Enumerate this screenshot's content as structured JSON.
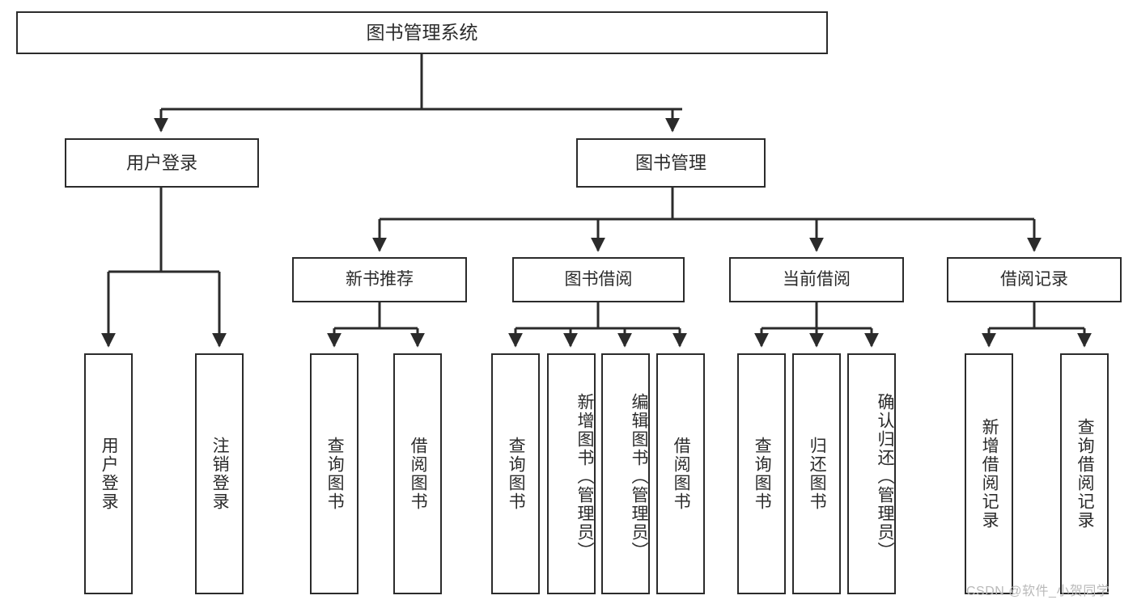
{
  "diagram": {
    "title": "图书管理系统",
    "type": "hierarchy-tree",
    "root": {
      "label": "图书管理系统"
    },
    "level1": [
      {
        "label": "用户登录"
      },
      {
        "label": "图书管理"
      }
    ],
    "level2": [
      {
        "label": "新书推荐"
      },
      {
        "label": "图书借阅"
      },
      {
        "label": "当前借阅"
      },
      {
        "label": "借阅记录"
      }
    ],
    "leaves": {
      "user_login": [
        {
          "label": "用户登录"
        },
        {
          "label": "注销登录"
        }
      ],
      "new_book_recommend": [
        {
          "label": "查询图书"
        },
        {
          "label": "借阅图书"
        }
      ],
      "book_borrow": [
        {
          "label": "查询图书"
        },
        {
          "label": "新增图书（管理员）"
        },
        {
          "label": "编辑图书（管理员）"
        },
        {
          "label": "借阅图书"
        }
      ],
      "current_borrow": [
        {
          "label": "查询图书"
        },
        {
          "label": "归还图书"
        },
        {
          "label": "确认归还（管理员）"
        }
      ],
      "borrow_record": [
        {
          "label": "新增借阅记录"
        },
        {
          "label": "查询借阅记录"
        }
      ]
    }
  },
  "watermark": {
    "text": "CSDN @软件_小贺同学"
  },
  "colors": {
    "stroke": "#2b2b2b",
    "text": "#2b2b2b",
    "background": "#ffffff",
    "watermark": "#b9b9b9"
  }
}
